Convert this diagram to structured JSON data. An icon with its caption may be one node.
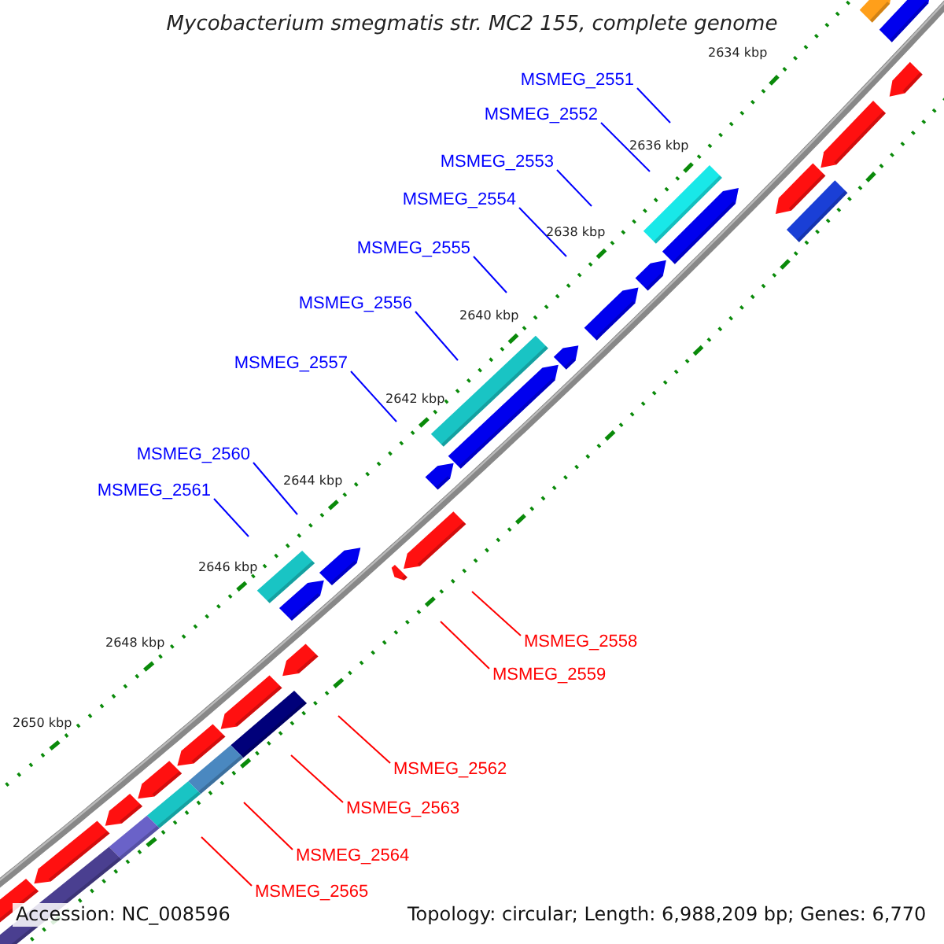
{
  "diagram": {
    "title": "Mycobacterium smegmatis str. MC2 155, complete genome",
    "nodes": [
      {
        "text": [
          "MSMEG_2551"
        ]
      },
      {
        "text": [
          "MSMEG_2552"
        ]
      },
      {
        "text": [
          "MSMEG_2553"
        ]
      },
      {
        "text": [
          "MSMEG_2554"
        ]
      },
      {
        "text": [
          "MSMEG_2555"
        ]
      },
      {
        "text": [
          "MSMEG_2556"
        ]
      },
      {
        "text": [
          "MSMEG_2557"
        ]
      },
      {
        "text": [
          "MSMEG_2560"
        ]
      },
      {
        "text": [
          "MSMEG_2561"
        ]
      },
      {
        "text": [
          "MSMEG_2558"
        ]
      },
      {
        "text": [
          "MSMEG_2559"
        ]
      },
      {
        "text": [
          "MSMEG_2562"
        ]
      },
      {
        "text": [
          "MSMEG_2563"
        ]
      },
      {
        "text": [
          "MSMEG_2564"
        ]
      },
      {
        "text": [
          "MSMEG_2565"
        ]
      }
    ],
    "edges": [
      {
        "from": 0,
        "to": null,
        "arrow": "none"
      },
      {
        "from": 1,
        "to": null,
        "arrow": "none"
      },
      {
        "from": 2,
        "to": null,
        "arrow": "none"
      },
      {
        "from": 3,
        "to": null,
        "arrow": "none"
      },
      {
        "from": 4,
        "to": null,
        "arrow": "none"
      },
      {
        "from": 5,
        "to": null,
        "arrow": "none"
      },
      {
        "from": 6,
        "to": null,
        "arrow": "none"
      },
      {
        "from": 7,
        "to": null,
        "arrow": "none"
      },
      {
        "from": 8,
        "to": null,
        "arrow": "none"
      },
      {
        "from": 9,
        "to": null,
        "arrow": "none",
        "color": "#ff0000"
      },
      {
        "from": 10,
        "to": null,
        "arrow": "none",
        "color": "#ff0000"
      },
      {
        "from": 11,
        "to": null,
        "arrow": "none",
        "color": "#ff0000"
      },
      {
        "from": 12,
        "to": null,
        "arrow": "none",
        "color": "#ff0000"
      },
      {
        "from": 13,
        "to": null,
        "arrow": "none",
        "color": "#ff0000"
      },
      {
        "from": 14,
        "to": null,
        "arrow": "none",
        "color": "#ff0000"
      }
    ],
    "labels": [
      "2634 kbp",
      "2636 kbp",
      "2638 kbp",
      "2640 kbp",
      "2642 kbp",
      "2644 kbp",
      "2646 kbp",
      "2648 kbp",
      "2650 kbp",
      "Accession: NC_008596",
      "Topology: circular; Length: 6,988,209 bp; Genes: 6,770"
    ]
  }
}
